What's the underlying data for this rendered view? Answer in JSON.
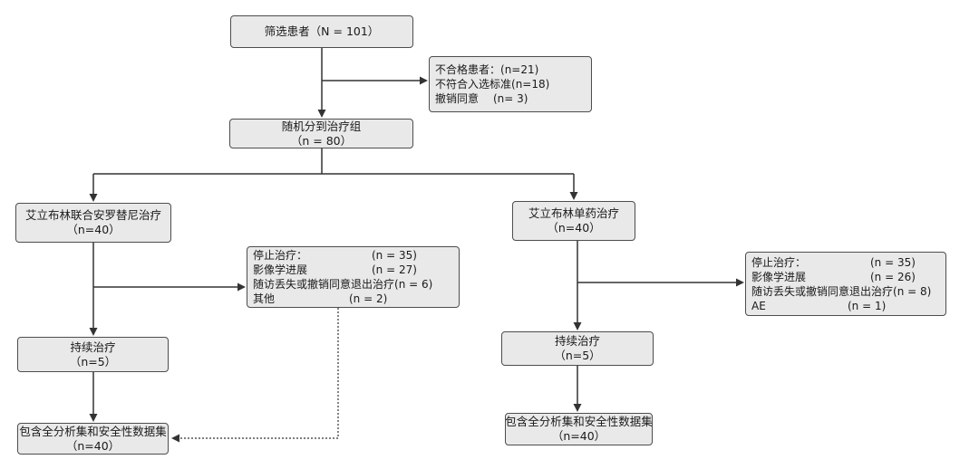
{
  "diagram": {
    "colors": {
      "box_fill": "#e9e9e9",
      "box_border": "#4d4d4d",
      "line": "#333333",
      "background": "#ffffff"
    },
    "boxes": {
      "screened": {
        "line1": "筛选患者（N = 101）"
      },
      "excluded": {
        "lines": [
          {
            "label": "不合格患者：",
            "value": "(n=21)"
          },
          {
            "label": "不符合入选标准",
            "value": "(n=18)"
          },
          {
            "label": "撤销同意",
            "value": "(n= 3)"
          }
        ]
      },
      "randomized": {
        "line1": "随机分到治疗组",
        "line2": "（n = 80）"
      },
      "arm_combo": {
        "line1": "艾立布林联合安罗替尼治疗",
        "line2": "（n=40）"
      },
      "arm_mono": {
        "line1": "艾立布林单药治疗",
        "line2": "（n=40）"
      },
      "disc_combo": {
        "lines": [
          {
            "label": "停止治疗：",
            "value": "(n = 35)"
          },
          {
            "label": "影像学进展",
            "value": "(n = 27)"
          },
          {
            "label": "随访丢失或撤销同意退出治疗",
            "value": "(n = 6)"
          },
          {
            "label": "其他",
            "value": "(n = 2)"
          }
        ]
      },
      "disc_mono": {
        "lines": [
          {
            "label": "停止治疗：",
            "value": "(n = 35)"
          },
          {
            "label": "影像学进展",
            "value": "(n = 26)"
          },
          {
            "label": "随访丢失或撤销同意退出治疗",
            "value": "(n = 8)"
          },
          {
            "label": "AE",
            "value": "(n = 1)"
          }
        ]
      },
      "cont_combo": {
        "line1": "持续治疗",
        "line2": "（n=5）"
      },
      "cont_mono": {
        "line1": "持续治疗",
        "line2": "（n=5）"
      },
      "analysis_combo": {
        "line1": "包含全分析集和安全性数据集",
        "line2": "（n=40）"
      },
      "analysis_mono": {
        "line1": "包含全分析集和安全性数据集",
        "line2": "（n=40）"
      }
    }
  }
}
